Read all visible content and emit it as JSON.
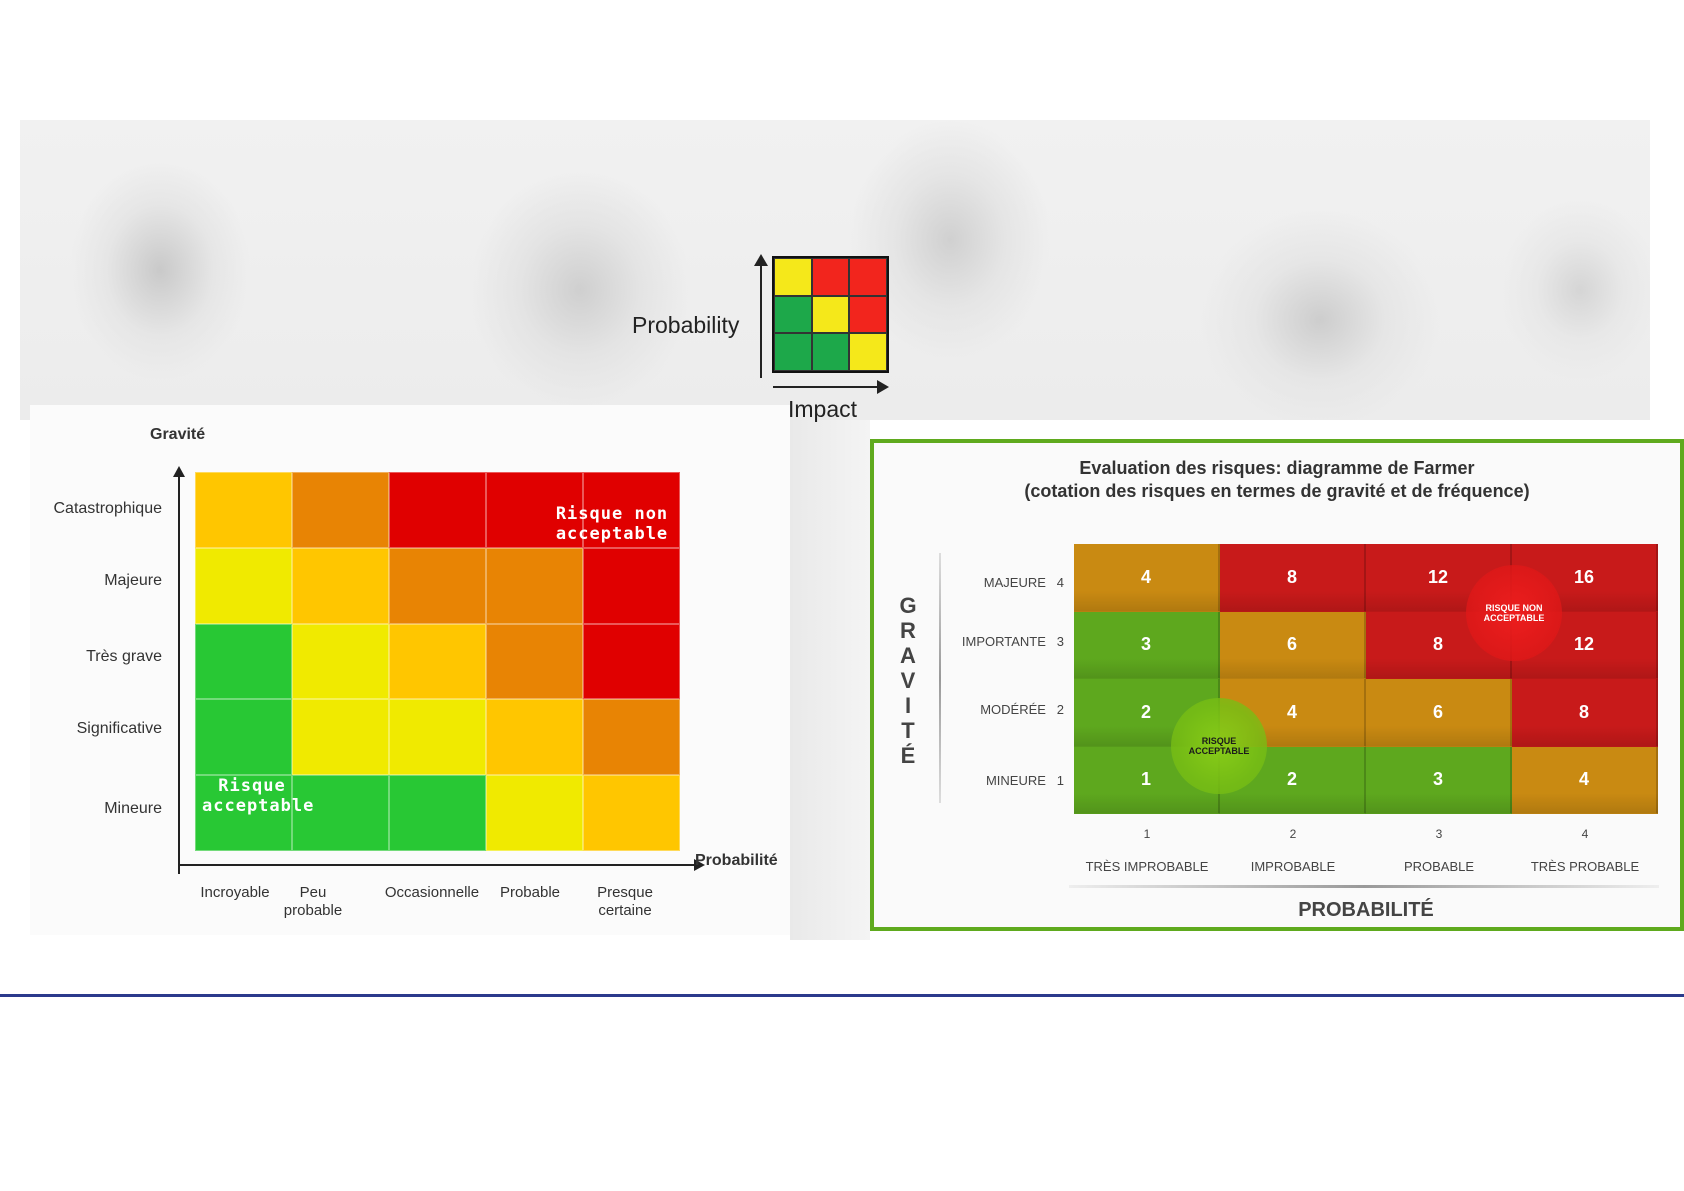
{
  "pi_matrix": {
    "ylabel": "Probability",
    "xlabel": "Impact",
    "colors": [
      "#f5e81a",
      "#f2251d",
      "#f2251d",
      "#1da84a",
      "#f5e81a",
      "#f2251d",
      "#1da84a",
      "#1da84a",
      "#f5e81a"
    ]
  },
  "left_matrix": {
    "y_title": "Gravité",
    "x_title": "Probabilité",
    "rows": [
      "Catastrophique",
      "Majeure",
      "Très grave",
      "Significative",
      "Mineure"
    ],
    "columns": [
      "Incroyable",
      "Peu probable",
      "Occasionnelle",
      "Probable",
      "Presque certaine"
    ],
    "cells": [
      [
        "#ffc600",
        "#e88404",
        "#e00000",
        "#e00000",
        "#e00000"
      ],
      [
        "#f0ea00",
        "#ffc600",
        "#e88404",
        "#e88404",
        "#e00000"
      ],
      [
        "#28c834",
        "#f0ea00",
        "#ffc600",
        "#e88404",
        "#e00000"
      ],
      [
        "#28c834",
        "#f0ea00",
        "#f0ea00",
        "#ffc600",
        "#e88404"
      ],
      [
        "#28c834",
        "#28c834",
        "#28c834",
        "#f0ea00",
        "#ffc600"
      ]
    ],
    "note_unacceptable": "Risque non acceptable",
    "note_acceptable": "Risque acceptable"
  },
  "right_matrix": {
    "title_line1": "Evaluation des risques: diagramme de Farmer",
    "title_line2": "(cotation des risques en termes de gravité et de fréquence)",
    "y_axis_title": [
      "G",
      "R",
      "A",
      "V",
      "I",
      "T",
      "É"
    ],
    "rows": [
      {
        "label": "MAJEURE",
        "num": "4",
        "values": [
          "4",
          "8",
          "12",
          "16"
        ],
        "colors": [
          "#c98a12",
          "#c81a1a",
          "#c81a1a",
          "#c81a1a"
        ]
      },
      {
        "label": "IMPORTANTE",
        "num": "3",
        "values": [
          "3",
          "6",
          "8",
          "12"
        ],
        "colors": [
          "#5ea81e",
          "#c98a12",
          "#c81a1a",
          "#c81a1a"
        ]
      },
      {
        "label": "MODÉRÉE",
        "num": "2",
        "values": [
          "2",
          "4",
          "6",
          "8"
        ],
        "colors": [
          "#5ea81e",
          "#c98a12",
          "#c98a12",
          "#c81a1a"
        ]
      },
      {
        "label": "MINEURE",
        "num": "1",
        "values": [
          "1",
          "2",
          "3",
          "4"
        ],
        "colors": [
          "#5ea81e",
          "#5ea81e",
          "#5ea81e",
          "#c98a12"
        ]
      }
    ],
    "x_nums": [
      "1",
      "2",
      "3",
      "4"
    ],
    "x_labels": [
      "TRÈS IMPROBABLE",
      "IMPROBABLE",
      "PROBABLE",
      "TRÈS PROBABLE"
    ],
    "x_title": "PROBABILITÉ",
    "bubble_unacceptable": "RISQUE NON ACCEPTABLE",
    "bubble_acceptable": "RISQUE ACCEPTABLE"
  }
}
